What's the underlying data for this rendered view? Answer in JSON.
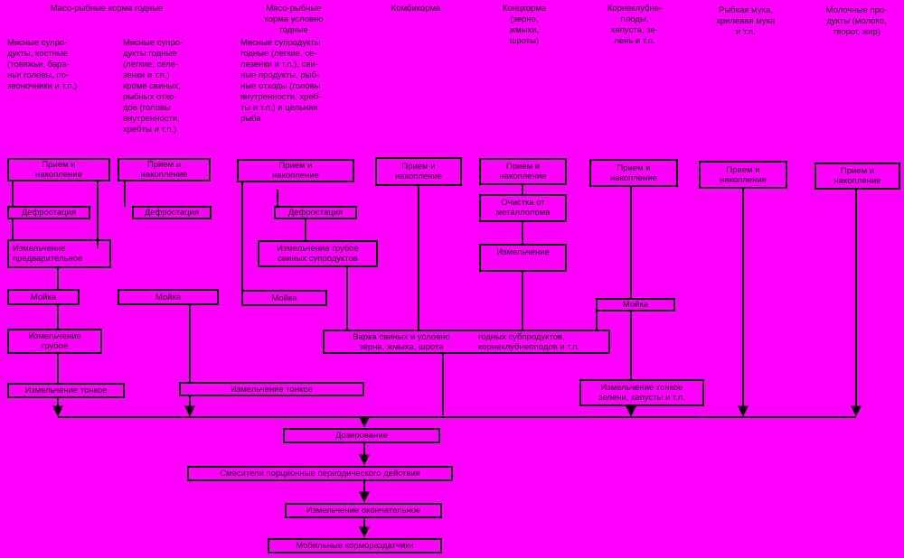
{
  "diagram": {
    "headers": [
      "Масо-рыбные корма годные",
      "Мясо-рыбные\nкорма условно\nгодные",
      "Комбикорма",
      "Концкорма\n(зерно,\nжмыхи,\nшроты)",
      "Корнеклубне-\nплоды,\nкапуста, зе-\nлень и т.п.",
      "Рыбкая муха,\nкрилевая мука\nи т.п.",
      "Молочные про-\nдукты (молоко,\nтворог, жир)"
    ],
    "subheaders": [
      "Мясные сулро-\nдукты, костные\n(товяжьи, бара-\nньи головы, по-\nзвоночники и т.п.)",
      "Мясные супро-\nдукты годные\n(легкие, селе-\nзенки и т.п.)\nкроме свиных,\nрыбных отхо-\nдов (головы\nвнутренности,\nхребты и т.п.)",
      "Мясные супродукты\nгодные (легкие, се-\nлезенки и т.п.), сви-\nные продукты, рыб-\nные отходы (головы\nвнутренности, хреб-\nты и т.п.) и цельная\nрыба"
    ],
    "priem_label": "Прием и\nнакопление",
    "defrost_label": "Дефростация",
    "izm_pred_label": "Измельчение\nпредварительное",
    "moyka_label": "Мойка",
    "izm_grub_label": "Измельчение\nгрубое",
    "izm_ton_label": "Измельчение тонкое",
    "izm_grub_svin_label": "Измельчение грубое\nсвиных супродуктов",
    "ochistka_label": "Очистка от\nметаллолома",
    "izm_label": "Измельчение",
    "varka_left": "Варка свиных и условно\nзерна, жмыха, шрота",
    "varka_right": "годных субпродуктов,\nкорнеклубнеплодов и т.п.",
    "izm_ton_zel_label": "Измельчение тонкое\nзелени, капусты и т.п.",
    "doz_label": "Дозирование",
    "smes_label": "Смесители порционные периодического действия",
    "okon_label": "Измельчение окончательное",
    "mob_label": "Мобильные кормораздатчики"
  }
}
